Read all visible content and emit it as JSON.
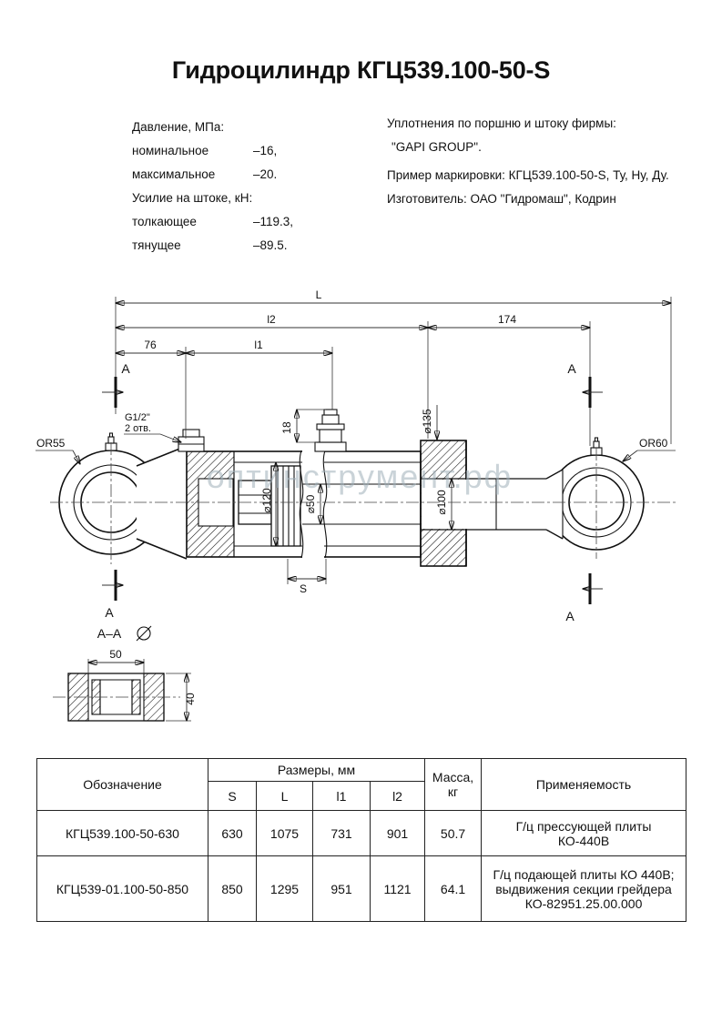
{
  "page": {
    "title": "Гидроцилиндр КГЦ539.100-50-S"
  },
  "specs": {
    "pressure_header": "Давление, МПа:",
    "pressure_rows": [
      {
        "label": "номинальное",
        "value": "–16,"
      },
      {
        "label": "максимальное",
        "value": "–20."
      }
    ],
    "force_header": "Усилие на штоке, кН:",
    "force_rows": [
      {
        "label": "толкающее",
        "value": "–119.3,"
      },
      {
        "label": "тянущее",
        "value": "–89.5."
      }
    ],
    "seals_line1": "Уплотнения по поршню и штоку фирмы:",
    "seals_line2": "\"GAPI GROUP\".",
    "marking_line": "Пример маркировки: КГЦ539.100-50-S, Ту, Ну, Ду.",
    "manufacturer_line": "Изготовитель:  ОАО \"Гидромаш\", Кодрин"
  },
  "drawing": {
    "watermark": "оптинструмент.рф",
    "dim_L": "L",
    "dim_l2": "l2",
    "dim_174": "174",
    "dim_76": "76",
    "dim_l1": "l1",
    "dim_18": "18",
    "port_label_1": "G1/2\"",
    "port_label_2": "2 отв.",
    "dia_135": "⌀135",
    "dia_120": "⌀120",
    "dia_50": "⌀50",
    "dia_100": "⌀100",
    "or55": "OR55",
    "or60": "OR60",
    "dim_S": "S",
    "marker_A": "А",
    "section_label": "А–А",
    "section_dim_50": "50",
    "section_dim_40": "40"
  },
  "table": {
    "headers": {
      "designation": "Обозначение",
      "sizes": "Размеры, мм",
      "cols": [
        "S",
        "L",
        "l1",
        "l2"
      ],
      "mass": "Масса,\nкг",
      "application": "Применяемость"
    },
    "rows": [
      {
        "designation": "КГЦ539.100-50-630",
        "s": "630",
        "l": "1075",
        "l1": "731",
        "l2": "901",
        "mass": "50.7",
        "application": "Г/ц прессующей плиты\nКО-440В"
      },
      {
        "designation": "КГЦ539-01.100-50-850",
        "s": "850",
        "l": "1295",
        "l1": "951",
        "l2": "1121",
        "mass": "64.1",
        "application": "Г/ц  подающей плиты КО 440В;\nвыдвижения секции грейдера\nКО-82951.25.00.000"
      }
    ]
  }
}
